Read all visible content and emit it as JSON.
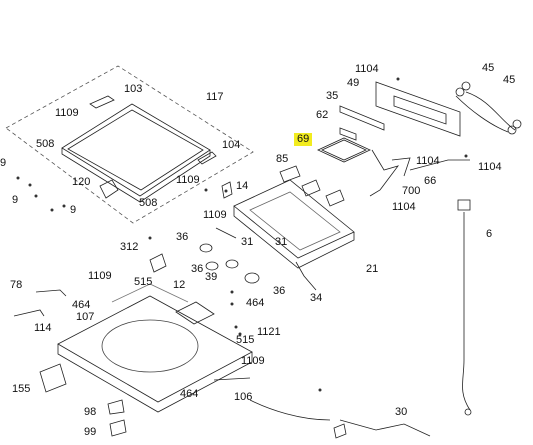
{
  "diagram": {
    "highlight_color": "#f2ec1f",
    "labels": {
      "l1104a": "1104",
      "l45a": "45",
      "l45b": "45",
      "l49": "49",
      "l35": "35",
      "l62": "62",
      "l69": "69",
      "l85": "85",
      "l1104b": "1104",
      "l66": "66",
      "l700": "700",
      "l1104c": "1104",
      "l1104d": "1104",
      "l6": "6",
      "l103": "103",
      "l117": "117",
      "l1109a": "1109",
      "l508a": "508",
      "l104": "104",
      "l9a": "9",
      "l1109b": "1109",
      "l120": "120",
      "l9b": "9",
      "l9c": "9",
      "l508b": "508",
      "l14": "14",
      "l1109c": "1109",
      "l31a": "31",
      "l36a": "36",
      "l21": "21",
      "l312": "312",
      "l36b": "36",
      "l31b": "31",
      "l39": "39",
      "l36c": "36",
      "l34": "34",
      "l78": "78",
      "l1109d": "1109",
      "l515a": "515",
      "l12": "12",
      "l464a": "464",
      "l107": "107",
      "l464b": "464",
      "l114": "114",
      "l1121": "1121",
      "l515b": "515",
      "l1109e": "1109",
      "l155": "155",
      "l464c": "464",
      "l106": "106",
      "l98": "98",
      "l99": "99",
      "l30": "30"
    }
  }
}
